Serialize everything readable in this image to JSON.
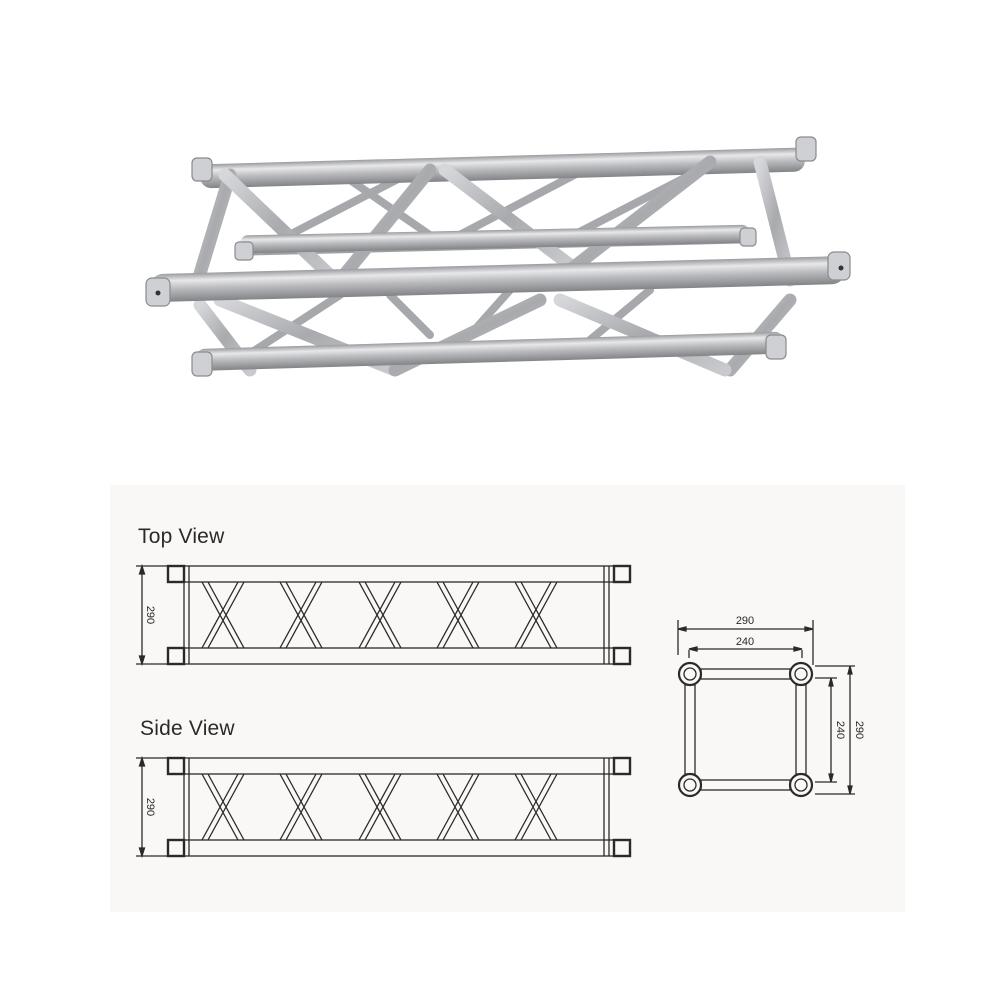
{
  "product_photo": {
    "subject": "aluminum square box truss segment",
    "colors": {
      "metal_light": "#e4e4e6",
      "metal_mid": "#b8b9bc",
      "metal_dark": "#8c8d91",
      "background": "#ffffff"
    }
  },
  "drawing_panel": {
    "background": "#f9f8f6",
    "line_color": "#2a2a2a",
    "top_view": {
      "title": "Top View",
      "dimension_label": "290",
      "bays": 5
    },
    "side_view": {
      "title": "Side View",
      "dimension_label": "290",
      "bays": 5
    },
    "cross_section": {
      "outer_width_label": "290",
      "inner_width_label": "240",
      "inner_height_label": "240",
      "outer_height_label": "290"
    }
  }
}
